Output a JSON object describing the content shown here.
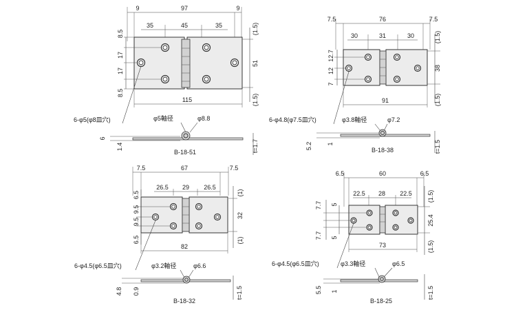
{
  "drawings": [
    {
      "model": "B-18-51",
      "top_dims": [
        "9",
        "97",
        "9"
      ],
      "hole_pitch": [
        "35",
        "45",
        "35"
      ],
      "left_dims": [
        "8.5",
        "17",
        "17",
        "8.5"
      ],
      "right_dims": [
        "(1.5)",
        "51",
        "(1.5)"
      ],
      "length": "115",
      "hole_note": "6-φ5(φ8皿穴)",
      "pin_note": "φ5軸径",
      "knuckle_note": "φ8.8",
      "side_dims": [
        "6",
        "1.4"
      ],
      "thickness": "t=1.7"
    },
    {
      "model": "B-18-38",
      "top_dims": [
        "7.5",
        "76",
        "7.5"
      ],
      "hole_pitch": [
        "30",
        "31",
        "30"
      ],
      "left_dims": [
        "7",
        "12",
        "12.7"
      ],
      "right_dims": [
        "(1.5)",
        "38",
        "(1.5)"
      ],
      "length": "91",
      "hole_note": "6-φ4.8(φ7.5皿穴)",
      "pin_note": "φ3.8軸径",
      "knuckle_note": "φ7.2",
      "side_dims": [
        "5.2",
        "1"
      ],
      "thickness": "t=1.5"
    },
    {
      "model": "B-18-32",
      "top_dims": [
        "7.5",
        "67",
        "7.5"
      ],
      "hole_pitch": [
        "26.5",
        "29",
        "26.5"
      ],
      "left_dims": [
        "6.5",
        "9.5",
        "9.5",
        "6.5"
      ],
      "right_dims": [
        "(1)",
        "32",
        "(1)"
      ],
      "length": "82",
      "hole_note": "6-φ4.5(φ6.5皿穴)",
      "pin_note": "φ3.2軸径",
      "knuckle_note": "φ6.6",
      "side_dims": [
        "4.8",
        "0.9"
      ],
      "thickness": "t=1.5"
    },
    {
      "model": "B-18-25",
      "top_dims": [
        "6.5",
        "60",
        "6.5"
      ],
      "hole_pitch": [
        "22.5",
        "28",
        "22.5"
      ],
      "left_dims": [
        "7.7",
        "5",
        "5",
        "7.7"
      ],
      "right_dims": [
        "(1.5)",
        "25.4",
        "(1.5)"
      ],
      "length": "73",
      "hole_note": "6-φ4.5(φ6.5皿穴)",
      "pin_note": "φ3.3軸径",
      "knuckle_note": "φ6.5",
      "side_dims": [
        "5.5",
        "1"
      ],
      "thickness": "t=1.5"
    }
  ]
}
